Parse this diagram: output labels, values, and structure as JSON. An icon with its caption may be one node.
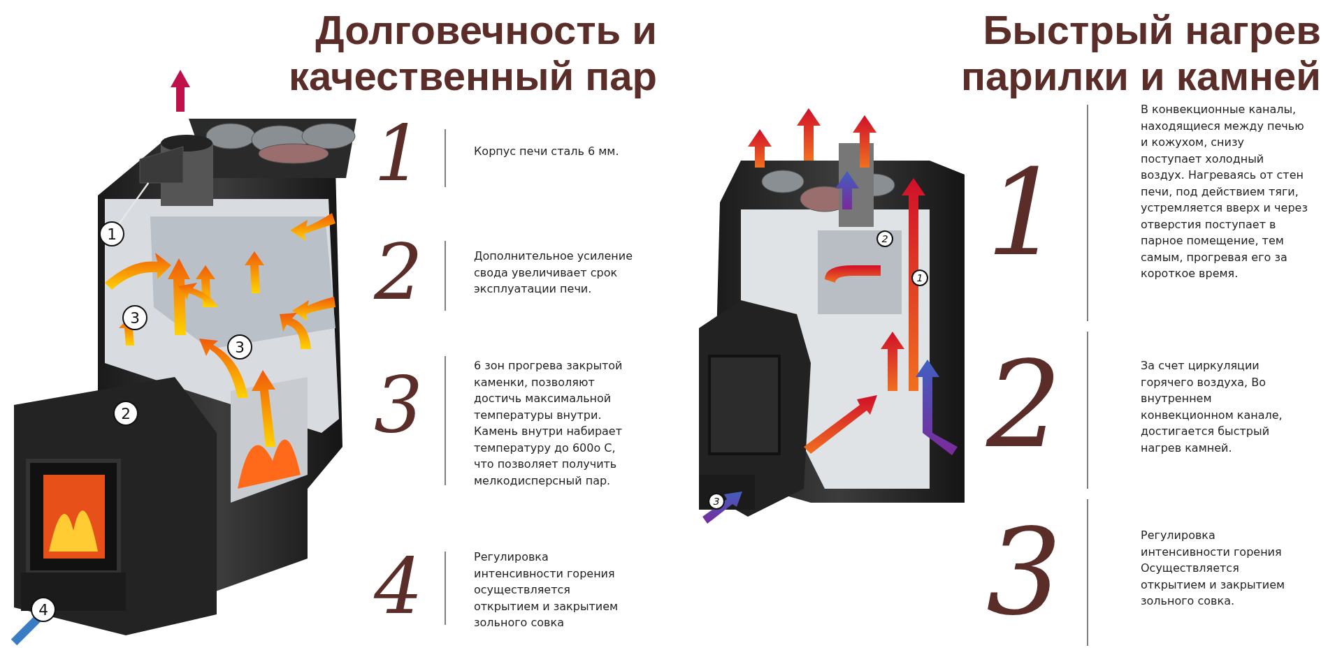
{
  "diagram": {
    "nodes": [
      {
        "text": [
          "1"
        ]
      },
      {
        "text": [
          "3"
        ]
      },
      {
        "text": [
          "3"
        ]
      },
      {
        "text": [
          "2"
        ]
      },
      {
        "text": [
          "4"
        ]
      },
      {
        "text": [
          "2"
        ]
      },
      {
        "text": [
          "1"
        ]
      },
      {
        "text": [
          "3"
        ]
      },
      {
        "text": [],
        "shape": "box"
      }
    ],
    "edges": [
      {
        "from": 0,
        "to": 8,
        "arrow": "none"
      }
    ],
    "labels": [
      "Долговечность и качественный пар",
      "Быстрый нагрев парилки и камней",
      "1",
      "Корпус печи сталь 6 мм.",
      "2",
      "Дополнительное усиление свода увеличивает срок эксплуатации печи.",
      "3",
      "6 зон прогрева закрытой каменки, позволяют достичь максимальной температуры внутри. Камень внутри набирает температуру до 600о С, что позволяет получить мелкодисперсный пар.",
      "4",
      "Регулировка интенсивности горения осуществляется открытием и закрытием зольного совка",
      "1",
      "В конвекционные каналы, находящиеся между печью и кожухом, снизу поступает холодный воздух. Нагреваясь от стен печи, под действием тяги, устремляется вверх и через отверстия поступает в парное помещение, тем самым, прогревая его за короткое время.",
      "2",
      "За счет циркуляции горячего воздуха, Во внутреннем конвекционном канале, достигается быстрый нагрев камней.",
      "3",
      "Регулировка интенсивности горения Осуществляется открытием и закрытием зольного совка."
    ]
  }
}
